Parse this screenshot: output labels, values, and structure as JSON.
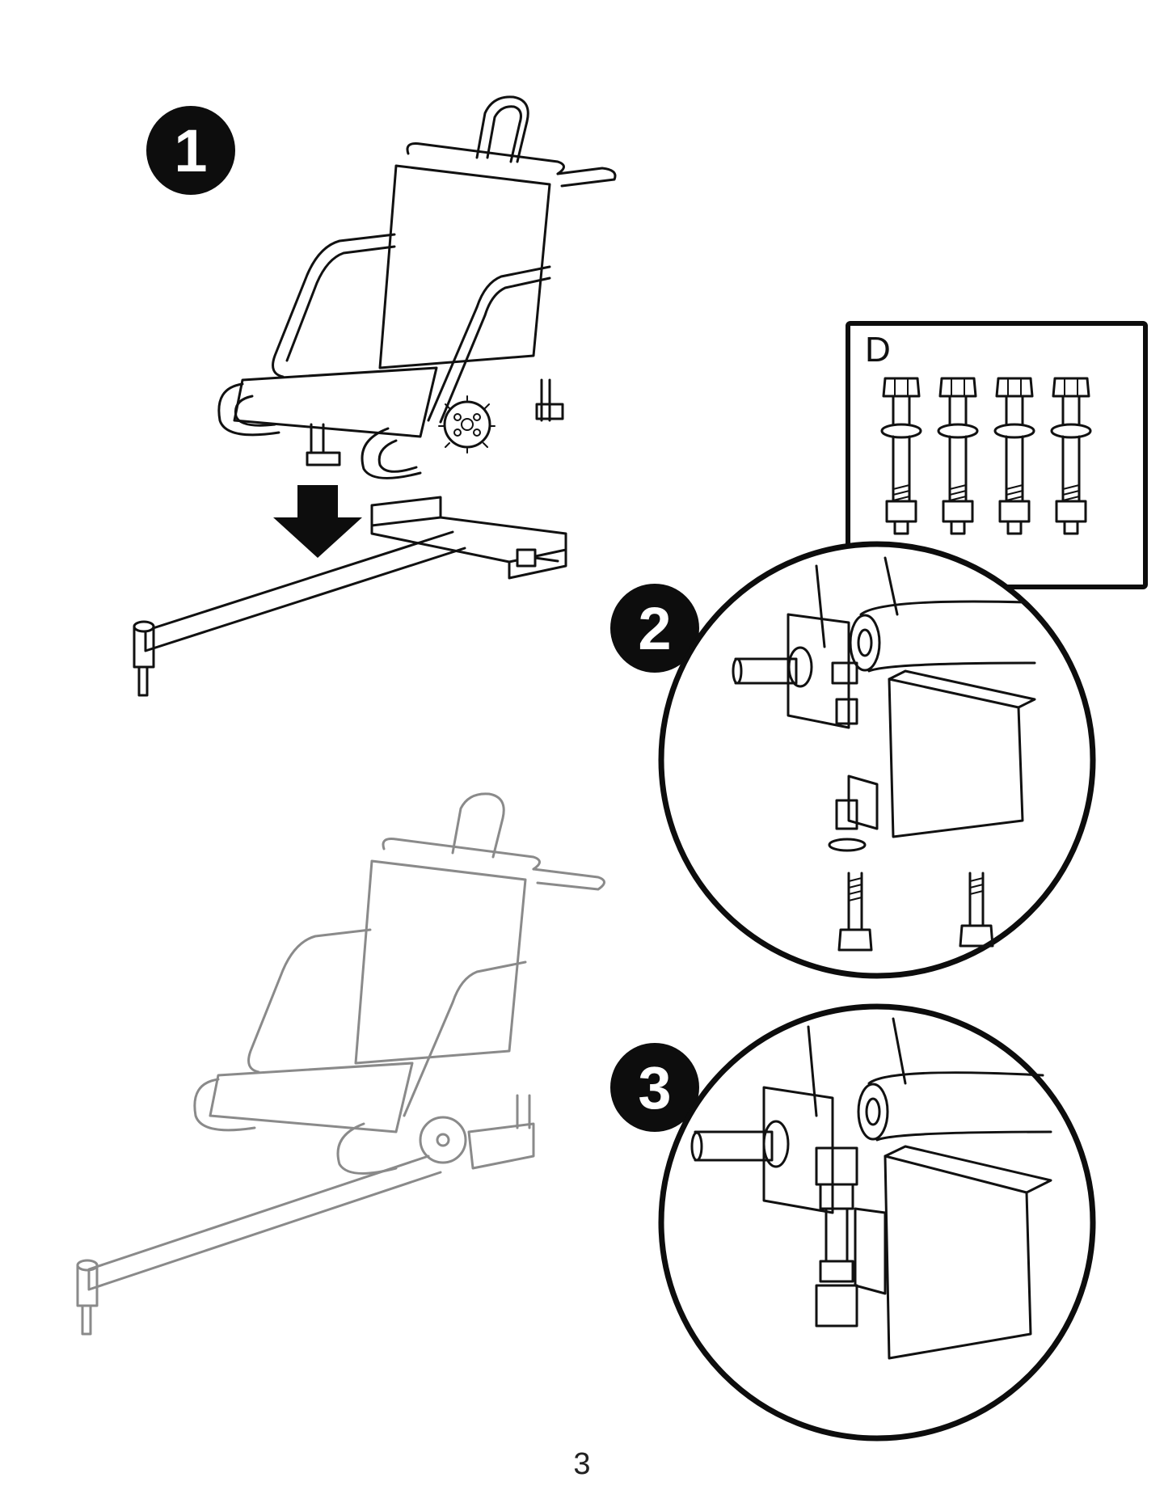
{
  "steps": [
    {
      "number": "1"
    },
    {
      "number": "2"
    },
    {
      "number": "3"
    }
  ],
  "parts": {
    "label": "D",
    "count": 4
  },
  "page_number": "3",
  "colors": {
    "ink": "#111111",
    "badge": "#0d0d0d",
    "ghost": "#8a8a8a"
  }
}
